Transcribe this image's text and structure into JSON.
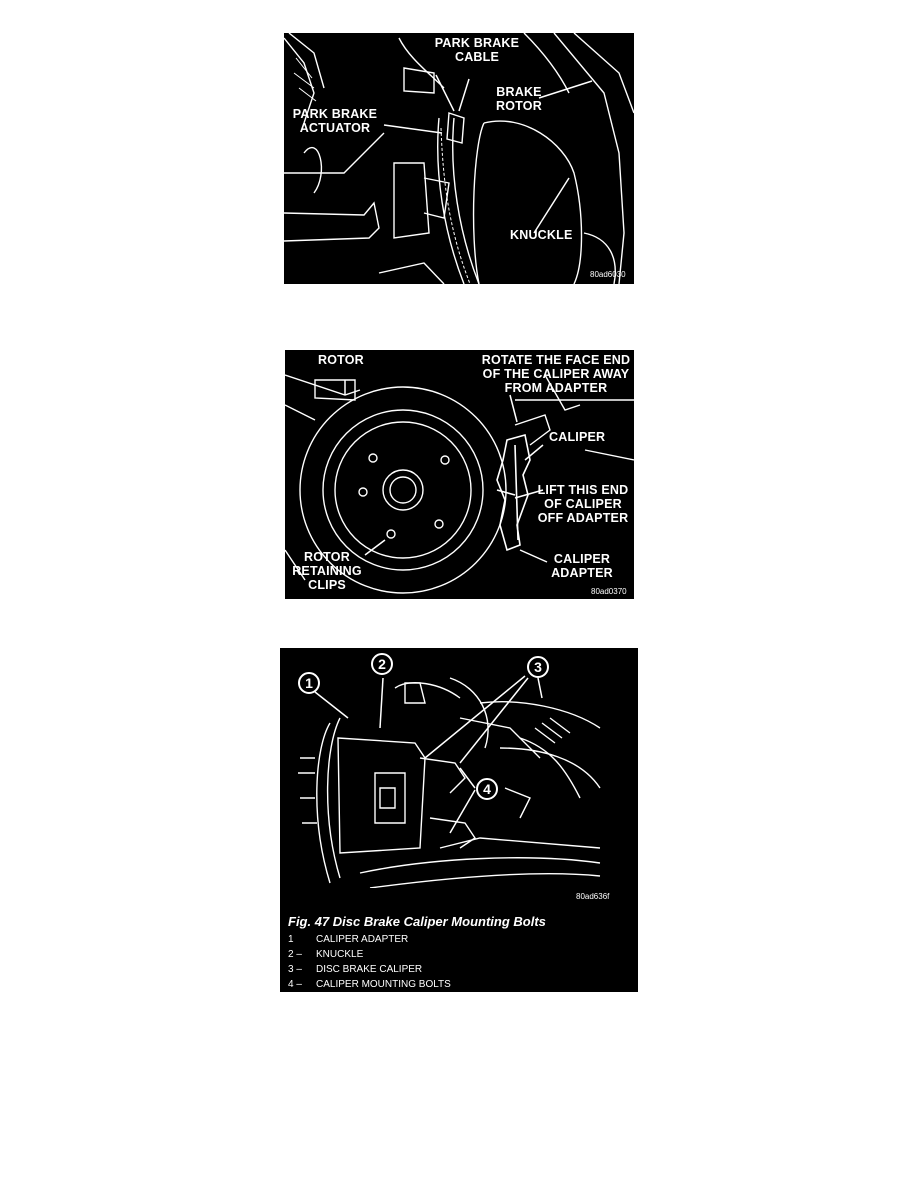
{
  "figure1": {
    "labels": {
      "park_brake_cable": "PARK BRAKE CABLE",
      "brake_rotor": "BRAKE ROTOR",
      "park_brake_actuator": "PARK BRAKE ACTUATOR",
      "knuckle": "KNUCKLE"
    },
    "code": "80ad6030"
  },
  "figure2": {
    "labels": {
      "rotor": "ROTOR",
      "rotate_instruction": "ROTATE THE FACE END OF THE CALIPER AWAY FROM ADAPTER",
      "caliper": "CALIPER",
      "lift_instruction": "LIFT THIS END OF CALIPER OFF ADAPTER",
      "caliper_adapter": "CALIPER ADAPTER",
      "rotor_retaining_clips": "ROTOR RETAINING CLIPS"
    },
    "code": "80ad0370"
  },
  "figure3": {
    "callouts": [
      "1",
      "2",
      "3",
      "4"
    ],
    "code": "80ad636f",
    "caption": "Fig. 47 Disc Brake Caliper Mounting Bolts",
    "legend": [
      {
        "key": "1",
        "text": "CALIPER ADAPTER"
      },
      {
        "key": "2 –",
        "text": "KNUCKLE"
      },
      {
        "key": "3 –",
        "text": "DISC BRAKE CALIPER"
      },
      {
        "key": "4 –",
        "text": "CALIPER MOUNTING BOLTS"
      }
    ]
  },
  "colors": {
    "page": "#ffffff",
    "figure_bg": "#000000",
    "line_art": "#ffffff"
  }
}
